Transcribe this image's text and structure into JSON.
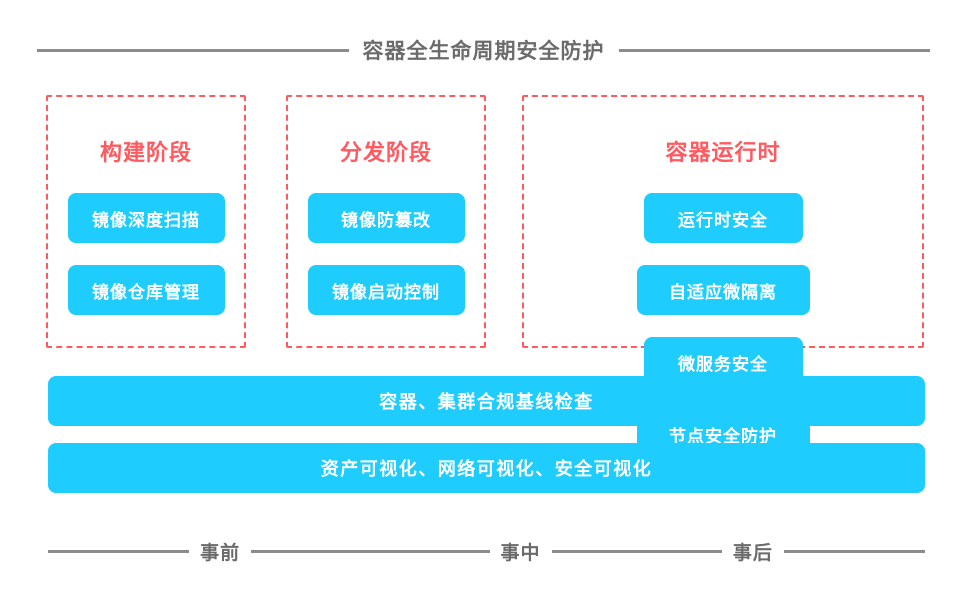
{
  "header": {
    "title": "容器全生命周期安全防护",
    "rule_color": "#8c8c8c"
  },
  "theme": {
    "accent_cyan": "#1ecdfd",
    "accent_red": "#ff5a60",
    "text_gray": "#6b6b6b",
    "background": "#ffffff"
  },
  "stages": [
    {
      "id": "build",
      "title": "构建阶段",
      "items": [
        "镜像深度扫描",
        "镜像仓库管理"
      ]
    },
    {
      "id": "deliver",
      "title": "分发阶段",
      "items": [
        "镜像防篡改",
        "镜像启动控制"
      ]
    },
    {
      "id": "runtime",
      "title": "容器运行时",
      "items": [
        "运行时安全",
        "自适应微隔离",
        "微服务安全",
        "节点安全防护"
      ]
    }
  ],
  "bars": [
    {
      "id": "compliance",
      "label": "容器、集群合规基线检查"
    },
    {
      "id": "visibility",
      "label": "资产可视化、网络可视化、安全可视化"
    }
  ],
  "timeline": {
    "labels": [
      "事前",
      "事中",
      "事后"
    ]
  }
}
